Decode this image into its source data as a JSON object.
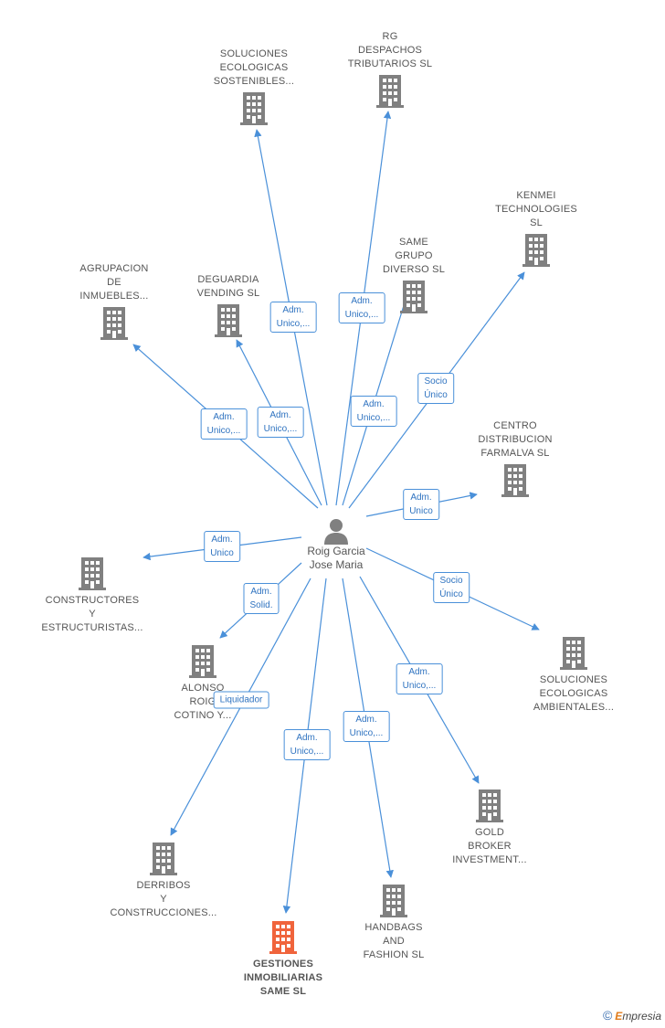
{
  "colors": {
    "edge": "#4a90d9",
    "building": "#808080",
    "building_main": "#f0643c",
    "person": "#808080"
  },
  "center": {
    "name_lines": [
      "Roig Garcia",
      "Jose Maria"
    ],
    "icon": "person-icon"
  },
  "nodes": [
    {
      "id": "soluciones-ecologicas-sostenibles",
      "lines": [
        "SOLUCIONES",
        "ECOLOGICAS",
        "SOSTENIBLES..."
      ],
      "main": false
    },
    {
      "id": "rg-despachos",
      "lines": [
        "RG",
        "DESPACHOS",
        "TRIBUTARIOS SL"
      ],
      "main": false
    },
    {
      "id": "kenmei",
      "lines": [
        "KENMEI",
        "TECHNOLOGIES",
        "SL"
      ],
      "main": false
    },
    {
      "id": "same-grupo",
      "lines": [
        "SAME",
        "GRUPO",
        "DIVERSO  SL"
      ],
      "main": false
    },
    {
      "id": "agrupacion",
      "lines": [
        "AGRUPACION",
        "DE",
        "INMUEBLES..."
      ],
      "main": false
    },
    {
      "id": "deguardia",
      "lines": [
        "DEGUARDIA",
        "VENDING SL"
      ],
      "main": false
    },
    {
      "id": "centro-distribucion",
      "lines": [
        "CENTRO",
        "DISTRIBUCION",
        "FARMALVA  SL"
      ],
      "main": false
    },
    {
      "id": "constructores",
      "lines": [
        "CONSTRUCTORES",
        "Y",
        "ESTRUCTURISTAS..."
      ],
      "main": false
    },
    {
      "id": "alonso-roig",
      "lines": [
        "ALONSO",
        "ROIG",
        "COTINO Y..."
      ],
      "main": false
    },
    {
      "id": "soluciones-ecologicas-ambientales",
      "lines": [
        "SOLUCIONES",
        "ECOLOGICAS",
        "AMBIENTALES..."
      ],
      "main": false
    },
    {
      "id": "gold-broker",
      "lines": [
        "GOLD",
        "BROKER",
        "INVESTMENT..."
      ],
      "main": false
    },
    {
      "id": "derribos",
      "lines": [
        "DERRIBOS",
        "Y",
        "CONSTRUCCIONES..."
      ],
      "main": false
    },
    {
      "id": "handbags",
      "lines": [
        "HANDBAGS",
        "AND",
        "FASHION  SL"
      ],
      "main": false
    },
    {
      "id": "gestiones",
      "lines": [
        "GESTIONES",
        "INMOBILIARIAS",
        "SAME  SL"
      ],
      "main": true
    }
  ],
  "edges": [
    {
      "to": "soluciones-ecologicas-sostenibles",
      "label": [
        "Adm.",
        "Unico,..."
      ]
    },
    {
      "to": "rg-despachos",
      "label": [
        "Adm.",
        "Unico,..."
      ]
    },
    {
      "to": "kenmei",
      "label": [
        "Socio",
        "Único"
      ]
    },
    {
      "to": "same-grupo",
      "label": [
        "Adm.",
        "Unico,..."
      ]
    },
    {
      "to": "agrupacion",
      "label": [
        "Adm.",
        "Unico,..."
      ]
    },
    {
      "to": "deguardia",
      "label": [
        "Adm.",
        "Unico,..."
      ]
    },
    {
      "to": "centro-distribucion",
      "label": [
        "Adm.",
        "Unico"
      ]
    },
    {
      "to": "constructores",
      "label": [
        "Adm.",
        "Unico"
      ]
    },
    {
      "to": "alonso-roig",
      "label": [
        "Adm.",
        "Solid."
      ]
    },
    {
      "to": "soluciones-ecologicas-ambientales",
      "label": [
        "Socio",
        "Único"
      ]
    },
    {
      "to": "gold-broker",
      "label": [
        "Adm.",
        "Unico,..."
      ]
    },
    {
      "to": "derribos",
      "label": [
        "Liquidador"
      ]
    },
    {
      "to": "gestiones",
      "label": [
        "Adm.",
        "Unico,..."
      ]
    },
    {
      "to": "handbags",
      "label": [
        "Adm.",
        "Unico,..."
      ]
    }
  ],
  "brand": {
    "copyright": "©",
    "name_first": "E",
    "name_rest": "mpresia"
  }
}
